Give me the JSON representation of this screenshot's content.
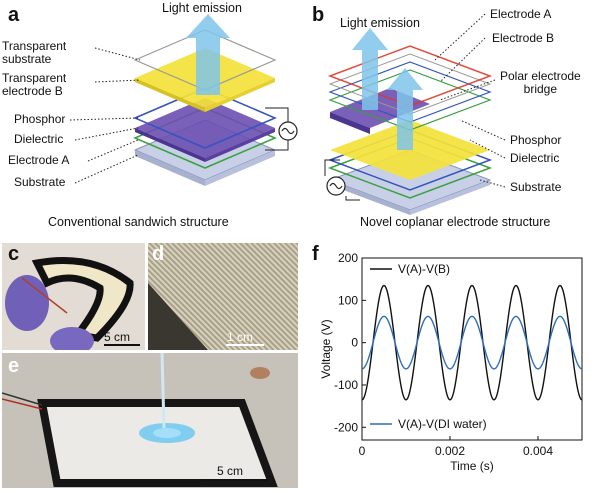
{
  "panel_a": {
    "letter": "a",
    "light_label": "Light emission",
    "labels": [
      "Transparent\nsubstrate",
      "Transparent\nelectrode B",
      "Phosphor",
      "Dielectric",
      "Electrode A",
      "Substrate"
    ],
    "caption": "Conventional sandwich structure"
  },
  "panel_b": {
    "letter": "b",
    "light_label": "Light emission",
    "labels_right": [
      "Electrode A",
      "Electrode B",
      "Polar electrode\nbridge",
      "Phosphor",
      "Dielectric",
      "Substrate"
    ],
    "caption": "Novel coplanar electrode structure"
  },
  "panel_c": {
    "letter": "c",
    "scale": "5 cm"
  },
  "panel_d": {
    "letter": "d",
    "scale": "1 cm"
  },
  "panel_e": {
    "letter": "e",
    "scale": "5 cm"
  },
  "panel_f": {
    "letter": "f"
  },
  "colors": {
    "yellow": "#f4e23a",
    "purple": "#6b4fb0",
    "green": "#3aa040",
    "blue": "#3355bb",
    "red": "#dd3a2a",
    "arrow": "#7fc4ea",
    "black_line": "#111111",
    "blue_line": "#2f6fb8"
  },
  "chart_data": {
    "type": "line",
    "xlabel": "Time (s)",
    "ylabel": "Voltage (V)",
    "xlim": [
      0,
      0.005
    ],
    "ylim": [
      -230,
      200
    ],
    "xticks": [
      0,
      0.002,
      0.004
    ],
    "xtick_labels": [
      "0",
      "0.002",
      "0.004"
    ],
    "yticks": [
      -200,
      -100,
      0,
      100,
      200
    ],
    "ytick_labels": [
      "-200",
      "-100",
      "0",
      "100",
      "200"
    ],
    "frequency_hz": 1000,
    "series": [
      {
        "name": "V(A)-V(B)",
        "amplitude": 135,
        "offset": 0,
        "phase": -1.5708,
        "color": "#111111"
      },
      {
        "name": "V(A)-V(DI water)",
        "amplitude": 62,
        "offset": 0,
        "phase": -1.5708,
        "color": "#2f6fb8"
      }
    ],
    "legend": [
      "V(A)-V(B)",
      "V(A)-V(DI water)"
    ]
  }
}
